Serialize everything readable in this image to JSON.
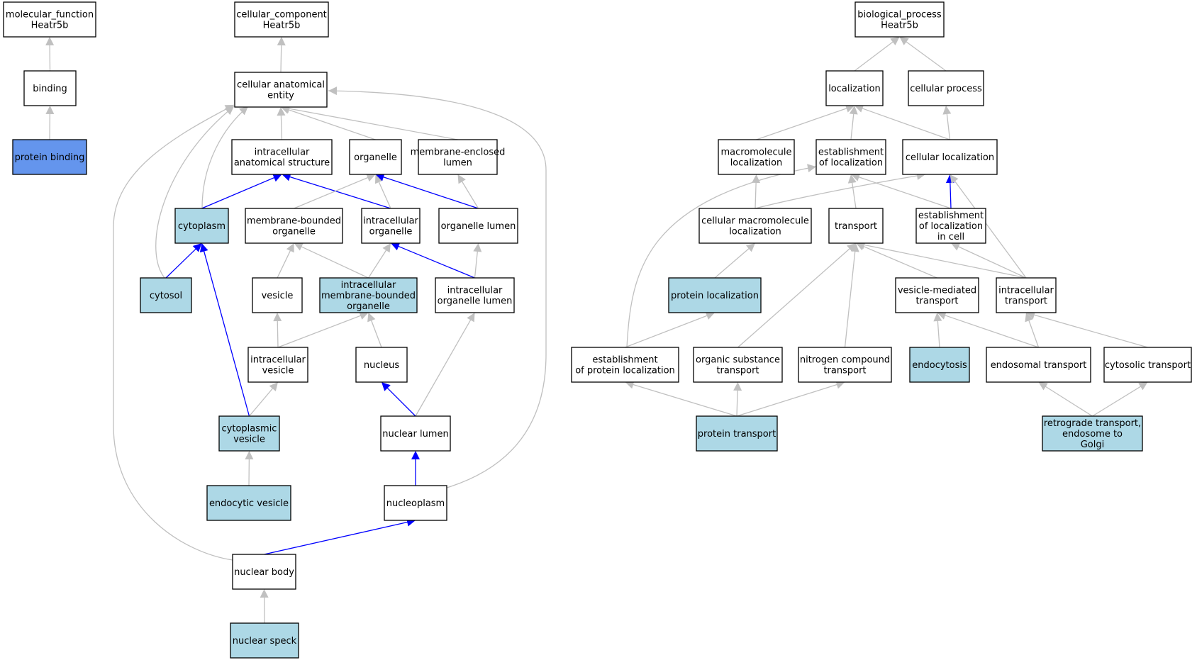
{
  "colors": {
    "white": "#ffffff",
    "light": "#add8e6",
    "dark": "#6495ed",
    "edge_grey": "#c0c0c0",
    "edge_blue": "#0000ff"
  },
  "nodes": [
    {
      "id": "mf",
      "lines": [
        "molecular_function",
        "Heatr5b"
      ],
      "fill": "white"
    },
    {
      "id": "binding",
      "lines": [
        "binding"
      ],
      "fill": "white"
    },
    {
      "id": "protbind",
      "lines": [
        "protein binding"
      ],
      "fill": "dark"
    },
    {
      "id": "cc",
      "lines": [
        "cellular_component",
        "Heatr5b"
      ],
      "fill": "white"
    },
    {
      "id": "cae",
      "lines": [
        "cellular anatomical",
        "entity"
      ],
      "fill": "white"
    },
    {
      "id": "ias",
      "lines": [
        "intracellular",
        "anatomical structure"
      ],
      "fill": "white"
    },
    {
      "id": "organelle",
      "lines": [
        "organelle"
      ],
      "fill": "white"
    },
    {
      "id": "mel",
      "lines": [
        "membrane-enclosed",
        "lumen"
      ],
      "fill": "white"
    },
    {
      "id": "cytoplasm",
      "lines": [
        "cytoplasm"
      ],
      "fill": "light"
    },
    {
      "id": "mbo",
      "lines": [
        "membrane-bounded",
        "organelle"
      ],
      "fill": "white"
    },
    {
      "id": "io",
      "lines": [
        "intracellular",
        "organelle"
      ],
      "fill": "white"
    },
    {
      "id": "ol",
      "lines": [
        "organelle lumen"
      ],
      "fill": "white"
    },
    {
      "id": "cytosol",
      "lines": [
        "cytosol"
      ],
      "fill": "light"
    },
    {
      "id": "vesicle",
      "lines": [
        "vesicle"
      ],
      "fill": "white"
    },
    {
      "id": "imbo",
      "lines": [
        "intracellular",
        "membrane-bounded",
        "organelle"
      ],
      "fill": "light"
    },
    {
      "id": "iol",
      "lines": [
        "intracellular",
        "organelle lumen"
      ],
      "fill": "white"
    },
    {
      "id": "iv",
      "lines": [
        "intracellular",
        "vesicle"
      ],
      "fill": "white"
    },
    {
      "id": "nucleus",
      "lines": [
        "nucleus"
      ],
      "fill": "white"
    },
    {
      "id": "cv",
      "lines": [
        "cytoplasmic",
        "vesicle"
      ],
      "fill": "light"
    },
    {
      "id": "nl",
      "lines": [
        "nuclear lumen"
      ],
      "fill": "white"
    },
    {
      "id": "ev",
      "lines": [
        "endocytic vesicle"
      ],
      "fill": "light"
    },
    {
      "id": "np",
      "lines": [
        "nucleoplasm"
      ],
      "fill": "white"
    },
    {
      "id": "nb",
      "lines": [
        "nuclear body"
      ],
      "fill": "white"
    },
    {
      "id": "ns",
      "lines": [
        "nuclear speck"
      ],
      "fill": "light"
    },
    {
      "id": "bp",
      "lines": [
        "biological_process",
        "Heatr5b"
      ],
      "fill": "white"
    },
    {
      "id": "loc",
      "lines": [
        "localization"
      ],
      "fill": "white"
    },
    {
      "id": "cp",
      "lines": [
        "cellular process"
      ],
      "fill": "white"
    },
    {
      "id": "ml",
      "lines": [
        "macromolecule",
        "localization"
      ],
      "fill": "white"
    },
    {
      "id": "eol",
      "lines": [
        "establishment",
        "of localization"
      ],
      "fill": "white"
    },
    {
      "id": "cl",
      "lines": [
        "cellular localization"
      ],
      "fill": "white"
    },
    {
      "id": "cml",
      "lines": [
        "cellular macromolecule",
        "localization"
      ],
      "fill": "white"
    },
    {
      "id": "transport",
      "lines": [
        "transport"
      ],
      "fill": "white"
    },
    {
      "id": "eolc",
      "lines": [
        "establishment",
        "of localization",
        "in cell"
      ],
      "fill": "white"
    },
    {
      "id": "pl",
      "lines": [
        "protein localization"
      ],
      "fill": "light"
    },
    {
      "id": "vmt",
      "lines": [
        "vesicle-mediated",
        "transport"
      ],
      "fill": "white"
    },
    {
      "id": "it",
      "lines": [
        "intracellular",
        "transport"
      ],
      "fill": "white"
    },
    {
      "id": "epl",
      "lines": [
        "establishment",
        "of protein localization"
      ],
      "fill": "white"
    },
    {
      "id": "ost",
      "lines": [
        "organic substance",
        "transport"
      ],
      "fill": "white"
    },
    {
      "id": "nct",
      "lines": [
        "nitrogen compound",
        "transport"
      ],
      "fill": "white"
    },
    {
      "id": "endo",
      "lines": [
        "endocytosis"
      ],
      "fill": "light"
    },
    {
      "id": "et",
      "lines": [
        "endosomal transport"
      ],
      "fill": "white"
    },
    {
      "id": "ct",
      "lines": [
        "cytosolic transport"
      ],
      "fill": "white"
    },
    {
      "id": "pt",
      "lines": [
        "protein transport"
      ],
      "fill": "light"
    },
    {
      "id": "rt",
      "lines": [
        "retrograde transport,",
        "endosome to",
        "Golgi"
      ],
      "fill": "light"
    }
  ],
  "edges": [
    {
      "from": "binding",
      "to": "mf",
      "color": "grey"
    },
    {
      "from": "protbind",
      "to": "binding",
      "color": "grey"
    },
    {
      "from": "cae",
      "to": "cc",
      "color": "grey"
    },
    {
      "from": "ias",
      "to": "cae",
      "color": "grey"
    },
    {
      "from": "organelle",
      "to": "cae",
      "color": "grey"
    },
    {
      "from": "mel",
      "to": "cae",
      "color": "grey"
    },
    {
      "from": "cytoplasm",
      "to": "cae",
      "color": "grey"
    },
    {
      "from": "cytosol",
      "to": "cae",
      "color": "grey"
    },
    {
      "from": "nb",
      "to": "cae",
      "color": "grey"
    },
    {
      "from": "np",
      "to": "cae",
      "color": "grey"
    },
    {
      "from": "cytoplasm",
      "to": "ias",
      "color": "blue"
    },
    {
      "from": "io",
      "to": "ias",
      "color": "blue"
    },
    {
      "from": "mbo",
      "to": "organelle",
      "color": "grey"
    },
    {
      "from": "io",
      "to": "organelle",
      "color": "grey"
    },
    {
      "from": "ol",
      "to": "organelle",
      "color": "blue"
    },
    {
      "from": "ol",
      "to": "mel",
      "color": "grey"
    },
    {
      "from": "cytosol",
      "to": "cytoplasm",
      "color": "blue"
    },
    {
      "from": "cv",
      "to": "cytoplasm",
      "color": "blue"
    },
    {
      "from": "vesicle",
      "to": "mbo",
      "color": "grey"
    },
    {
      "from": "imbo",
      "to": "mbo",
      "color": "grey"
    },
    {
      "from": "imbo",
      "to": "io",
      "color": "grey"
    },
    {
      "from": "iol",
      "to": "io",
      "color": "blue"
    },
    {
      "from": "iol",
      "to": "ol",
      "color": "grey"
    },
    {
      "from": "iv",
      "to": "vesicle",
      "color": "grey"
    },
    {
      "from": "iv",
      "to": "imbo",
      "color": "grey"
    },
    {
      "from": "nucleus",
      "to": "imbo",
      "color": "grey"
    },
    {
      "from": "nl",
      "to": "iol",
      "color": "grey"
    },
    {
      "from": "cv",
      "to": "iv",
      "color": "grey"
    },
    {
      "from": "nl",
      "to": "nucleus",
      "color": "blue"
    },
    {
      "from": "ev",
      "to": "cv",
      "color": "grey"
    },
    {
      "from": "np",
      "to": "nl",
      "color": "blue"
    },
    {
      "from": "nb",
      "to": "np",
      "color": "blue"
    },
    {
      "from": "ns",
      "to": "nb",
      "color": "grey"
    },
    {
      "from": "loc",
      "to": "bp",
      "color": "grey"
    },
    {
      "from": "cp",
      "to": "bp",
      "color": "grey"
    },
    {
      "from": "ml",
      "to": "loc",
      "color": "grey"
    },
    {
      "from": "eol",
      "to": "loc",
      "color": "grey"
    },
    {
      "from": "cl",
      "to": "loc",
      "color": "grey"
    },
    {
      "from": "cl",
      "to": "cp",
      "color": "grey"
    },
    {
      "from": "cml",
      "to": "ml",
      "color": "grey"
    },
    {
      "from": "cml",
      "to": "cl",
      "color": "grey"
    },
    {
      "from": "transport",
      "to": "eol",
      "color": "grey"
    },
    {
      "from": "eolc",
      "to": "eol",
      "color": "grey"
    },
    {
      "from": "epl",
      "to": "eol",
      "color": "grey"
    },
    {
      "from": "eolc",
      "to": "cl",
      "color": "blue"
    },
    {
      "from": "it",
      "to": "cl",
      "color": "grey"
    },
    {
      "from": "pl",
      "to": "cml",
      "color": "grey"
    },
    {
      "from": "vmt",
      "to": "transport",
      "color": "grey"
    },
    {
      "from": "it",
      "to": "transport",
      "color": "grey"
    },
    {
      "from": "ost",
      "to": "transport",
      "color": "grey"
    },
    {
      "from": "nct",
      "to": "transport",
      "color": "grey"
    },
    {
      "from": "it",
      "to": "eolc",
      "color": "grey"
    },
    {
      "from": "epl",
      "to": "pl",
      "color": "grey"
    },
    {
      "from": "endo",
      "to": "vmt",
      "color": "grey"
    },
    {
      "from": "et",
      "to": "vmt",
      "color": "grey"
    },
    {
      "from": "et",
      "to": "it",
      "color": "grey"
    },
    {
      "from": "ct",
      "to": "it",
      "color": "grey"
    },
    {
      "from": "pt",
      "to": "epl",
      "color": "grey"
    },
    {
      "from": "pt",
      "to": "ost",
      "color": "grey"
    },
    {
      "from": "pt",
      "to": "nct",
      "color": "grey"
    },
    {
      "from": "rt",
      "to": "et",
      "color": "grey"
    },
    {
      "from": "rt",
      "to": "ct",
      "color": "grey"
    }
  ]
}
